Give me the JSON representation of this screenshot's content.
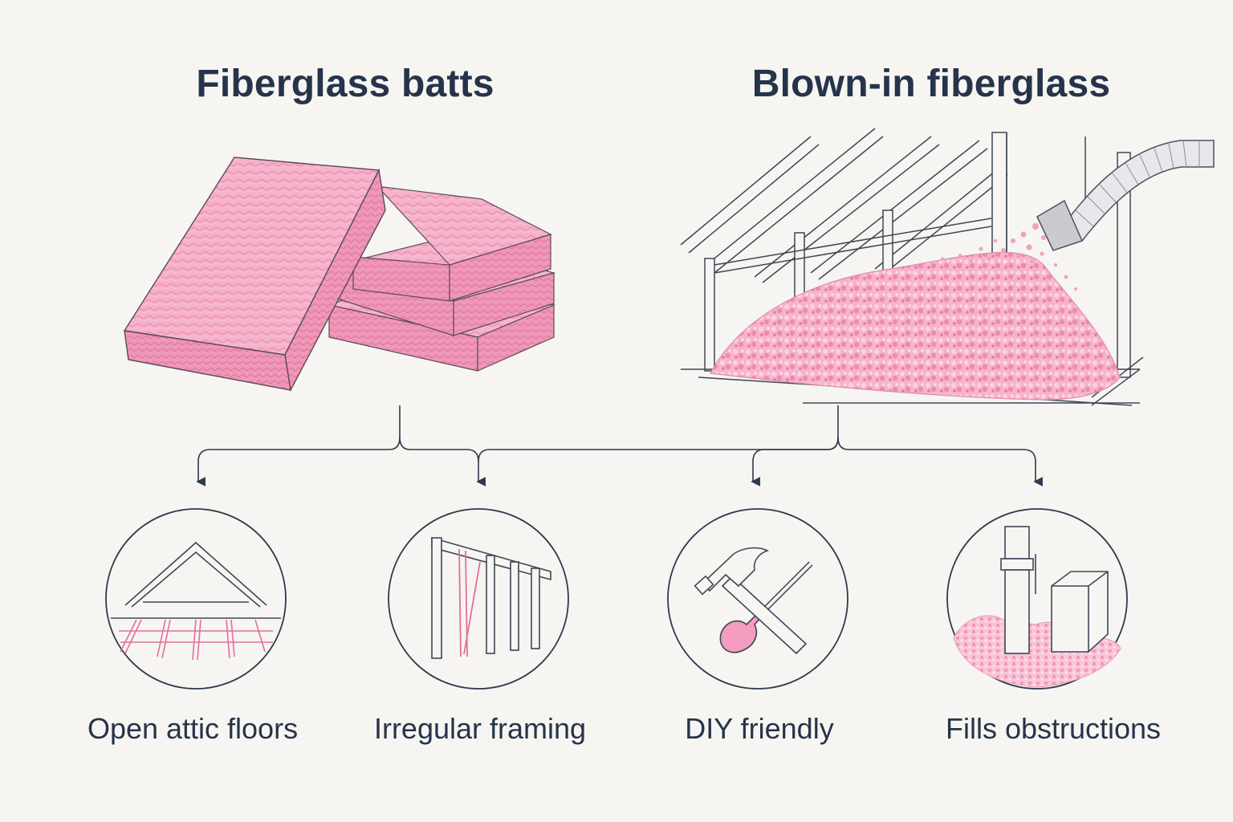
{
  "titles": {
    "left": "Fiberglass batts",
    "right": "Blown-in fiberglass"
  },
  "features": [
    {
      "label": "Open attic floors",
      "icon": "attic-floor-icon"
    },
    {
      "label": "Irregular framing",
      "icon": "framing-icon"
    },
    {
      "label": "DIY friendly",
      "icon": "hammer-screwdriver-icon"
    },
    {
      "label": "Fills obstructions",
      "icon": "obstruction-fill-icon"
    }
  ],
  "colors": {
    "background": "#f6f5f2",
    "text": "#26344a",
    "insulation_pink": "#f5a6c4",
    "line": "#2f3a4c"
  }
}
